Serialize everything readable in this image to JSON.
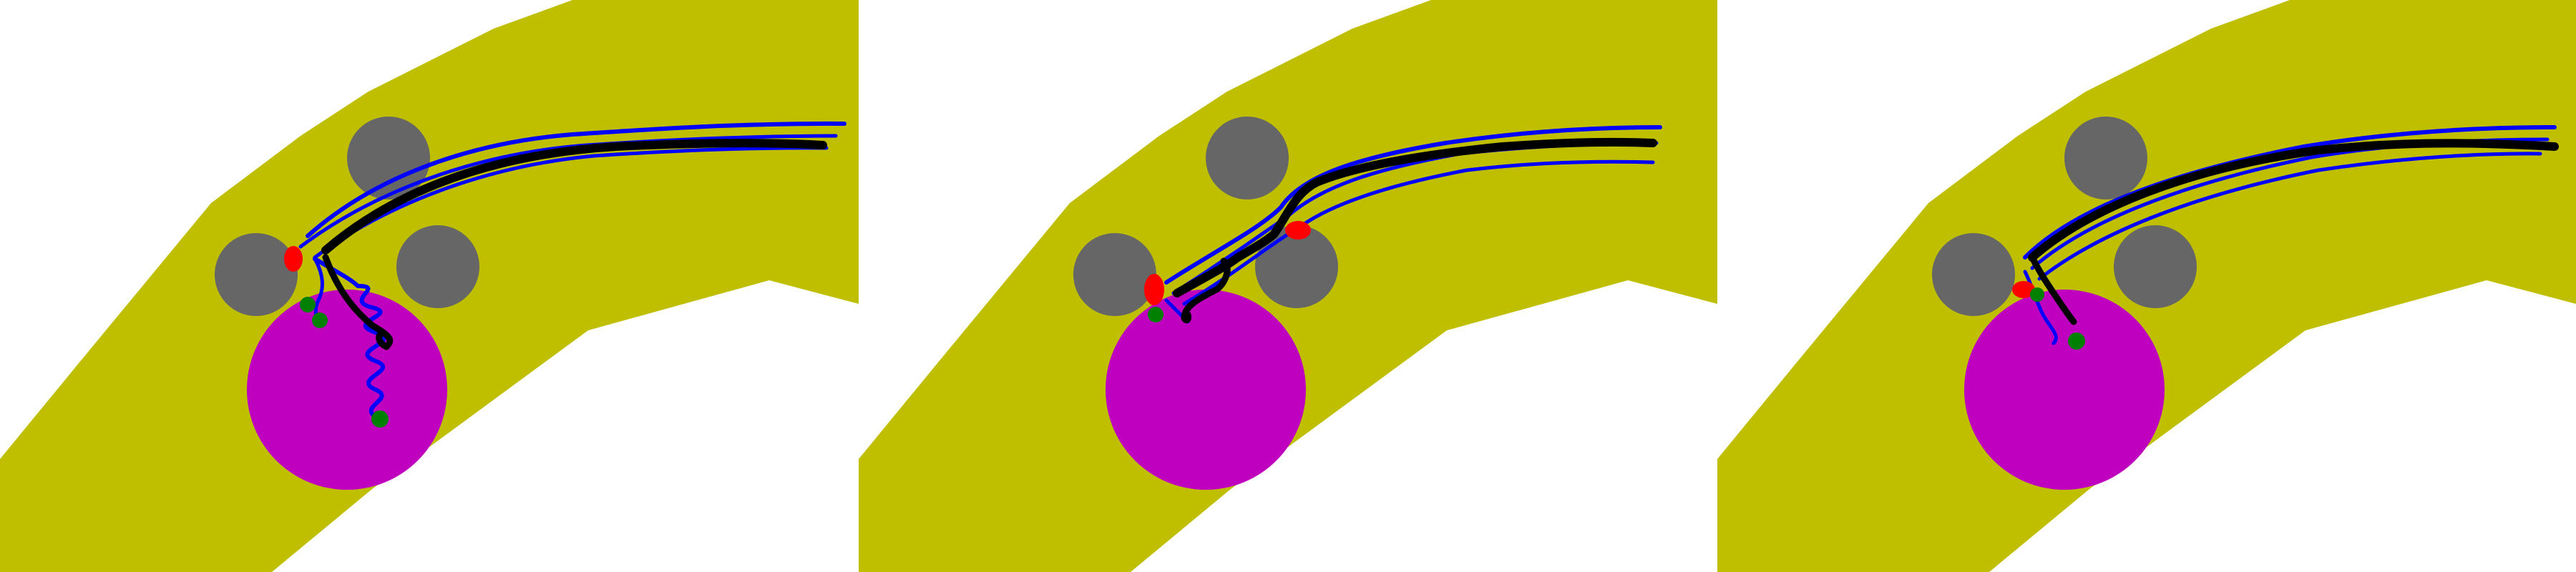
{
  "figure": {
    "panel_count": 3,
    "colors": {
      "background": "#ffffff",
      "corridor": "#bfbf00",
      "obstacle": "#666666",
      "goal_region": "#bf00bf",
      "planned_paths": "#0000ff",
      "executed_path": "#000000",
      "collision_marker": "#ff0000",
      "goal_marker": "#008000"
    },
    "legend_items": [],
    "panels": [
      {
        "id": "panel-1",
        "goal_markers": 3,
        "collision_markers": 1,
        "trajectory_shape": "wavy-descent"
      },
      {
        "id": "panel-2",
        "goal_markers": 1,
        "collision_markers": 2,
        "trajectory_shape": "step-descent"
      },
      {
        "id": "panel-3",
        "goal_markers": 2,
        "collision_markers": 1,
        "trajectory_shape": "short-descent"
      }
    ]
  }
}
